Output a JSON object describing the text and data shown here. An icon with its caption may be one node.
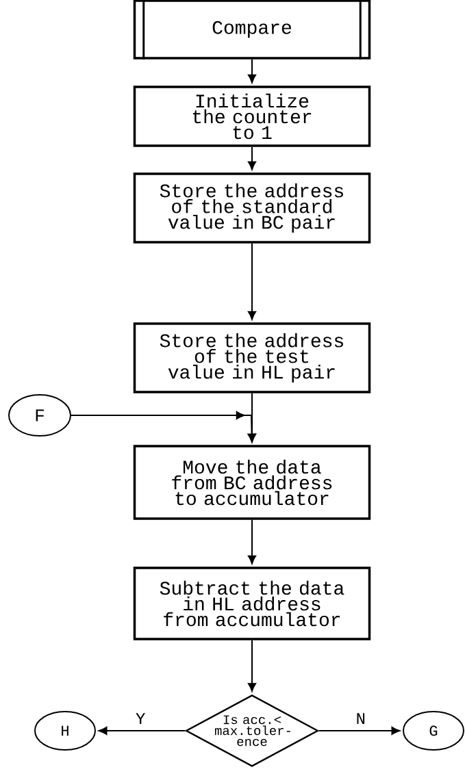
{
  "diagram": {
    "nodes": [
      {
        "text": [
          "Compare"
        ]
      },
      {
        "text": [
          "Initialize the counter to 1"
        ]
      },
      {
        "text": [
          "Store the address of the standard value in BC pair"
        ]
      },
      {
        "text": [
          "Store the address of the test value in HL pair"
        ]
      },
      {
        "text": [
          "Move the data from BC address to accumulator"
        ]
      },
      {
        "text": [
          "Subtract the data in HL address from accumulator"
        ]
      },
      {
        "text": [
          "Is acc.< max.toler- ence"
        ]
      },
      {
        "text": [
          "F"
        ]
      },
      {
        "text": [
          "H"
        ]
      },
      {
        "text": [
          "G"
        ]
      }
    ],
    "edges": [
      {
        "from": 0,
        "to": 1,
        "arrow": "to"
      },
      {
        "from": 1,
        "to": 2,
        "arrow": "to"
      },
      {
        "from": 2,
        "to": 3,
        "arrow": "to"
      },
      {
        "from": 3,
        "to": 4,
        "arrow": "to"
      },
      {
        "from": 7,
        "to": 4,
        "arrow": "to"
      },
      {
        "from": 4,
        "to": 5,
        "arrow": "to"
      },
      {
        "from": 5,
        "to": 6,
        "arrow": "to"
      },
      {
        "from": 6,
        "to": 8,
        "arrow": "to",
        "label": "Y"
      },
      {
        "from": 6,
        "to": 9,
        "arrow": "to",
        "label": "N"
      }
    ]
  }
}
